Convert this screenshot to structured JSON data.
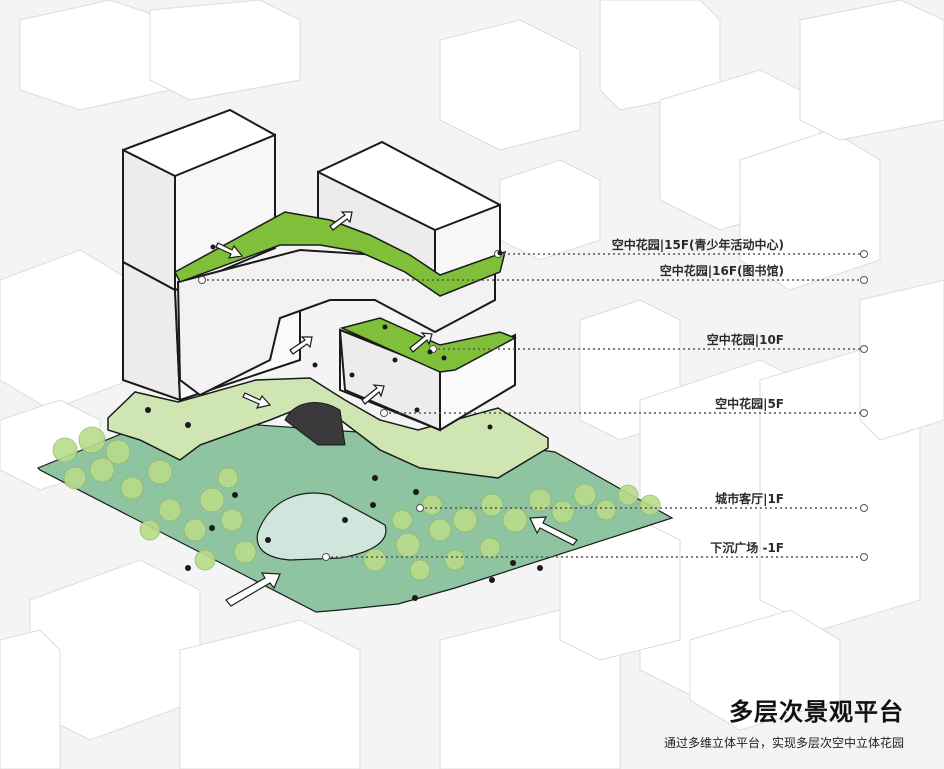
{
  "callouts": [
    {
      "label": "空中花园|15F(青少年活动中心)"
    },
    {
      "label": "空中花园|16F(图书馆)"
    },
    {
      "label": "空中花园|10F"
    },
    {
      "label": "空中花园|5F"
    },
    {
      "label": "城市客厅|1F"
    },
    {
      "label": "下沉广场 -1F"
    }
  ],
  "title": "多层次景观平台",
  "subtitle": "通过多维立体平台，实现多层次空中立体花园",
  "colors": {
    "background": "#f4f4f4",
    "context_building": "#ffffff",
    "ground_plaza": "#8fc4a0",
    "platform_light_green": "#cfe6b2",
    "roof_garden_green": "#7fbf3a",
    "tree": "#b9dc8a",
    "outline": "#1a1a1a",
    "leader_line": "#555555"
  }
}
